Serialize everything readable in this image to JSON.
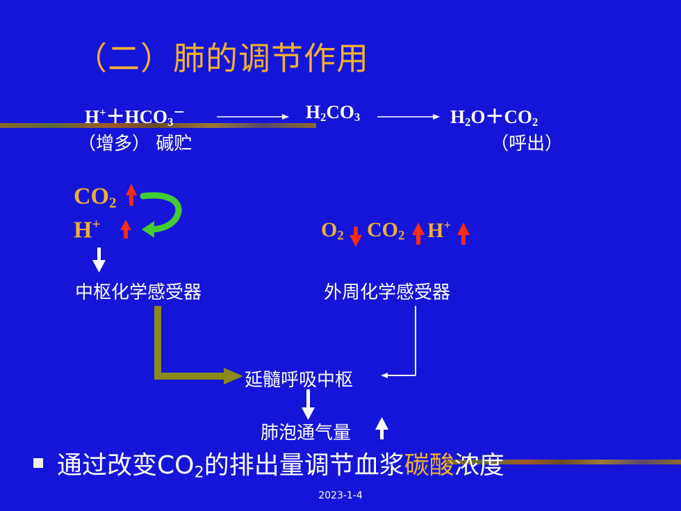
{
  "slide": {
    "title": "（二）肺的调节作用",
    "reaction": {
      "reactant_h": "H",
      "reactant_plus_sign": "+",
      "reactant_plus": "＋HCO",
      "reactant_sub": "3",
      "reactant_minus": "－",
      "intermediate_h": "H",
      "intermediate_sub": "2",
      "intermediate_co": "CO",
      "intermediate_sub2": "3",
      "product_h": "H",
      "product_sub": "2",
      "product_o": "O＋CO",
      "product_sub2": "2",
      "note_left": "（增多） 碱贮",
      "note_right": "（呼出）"
    },
    "central": {
      "co2": "CO",
      "co2_sub": "2",
      "h": "H",
      "h_sup": "+",
      "label": "中枢化学感受器"
    },
    "peripheral": {
      "o": "O",
      "o_sub": "2",
      "co": "CO",
      "co_sub": "2",
      "h": "H",
      "h_sup": "+",
      "label": "外周化学感受器"
    },
    "center_label": "延髓呼吸中枢",
    "outcome_label": "肺泡通气量",
    "bullet": {
      "part1": "通过改变CO",
      "sub": "2",
      "part2": "的排出量调节血浆",
      "highlight": "碳酸",
      "part3": "浓度"
    },
    "footer_date": "2023-1-4"
  },
  "colors": {
    "background": "#1515d9",
    "title": "#f0b030",
    "text": "#ffffff",
    "arrow_red": "#ff2a10",
    "arrow_green": "#44cc33",
    "arrow_olive": "#8a8a1a"
  }
}
